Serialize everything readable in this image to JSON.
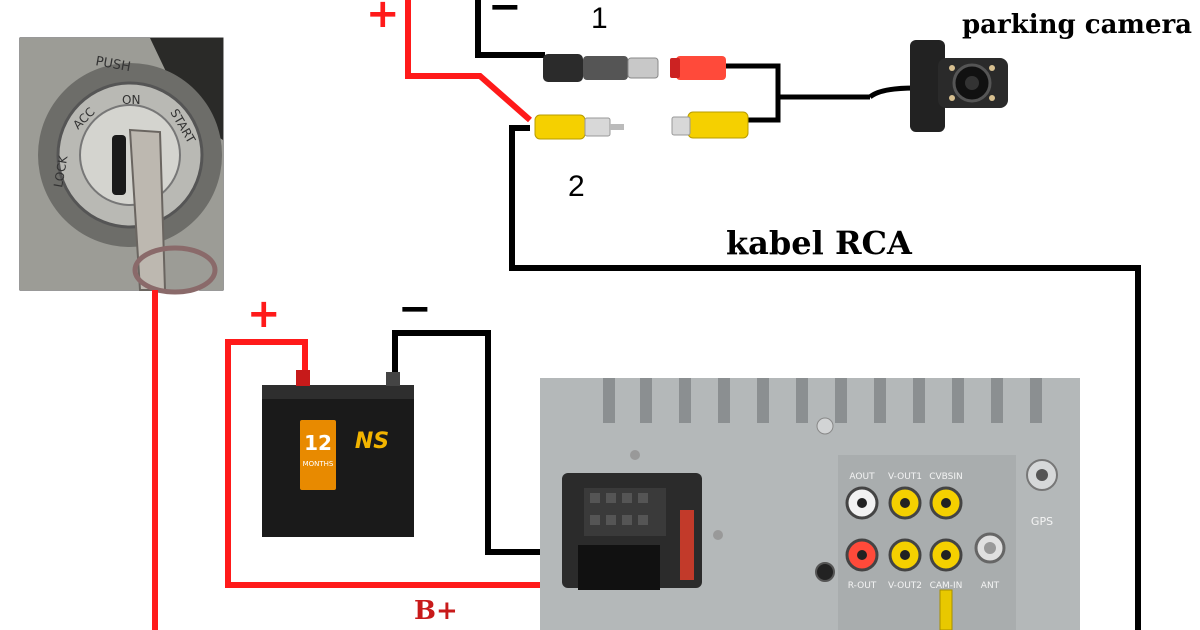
{
  "labels": {
    "camera_label": "parking camera",
    "cable_label": "kabel RCA",
    "connector_1": "1",
    "connector_2": "2",
    "power_label": "B+",
    "plus_top": "+",
    "minus_top": "−",
    "battery_plus": "+",
    "battery_minus": "−"
  },
  "ignition": {
    "push_text": "PUSH",
    "positions": [
      "LOCK",
      "ACC",
      "ON",
      "START"
    ]
  },
  "battery": {
    "brand": "NS",
    "badge_number": "12",
    "badge_sub": "MONTHS"
  },
  "head_unit": {
    "rca_labels_top": [
      "AOUT",
      "V-OUT1",
      "CVBSIN"
    ],
    "rca_labels_bottom": [
      "R-OUT",
      "V-OUT2",
      "CAM-IN"
    ],
    "antenna_label": "ANT",
    "gps_label": "GPS"
  },
  "colors": {
    "positive_wire": "#ff1a1a",
    "ground_wire": "#000000",
    "rca_yellow": "#f5d000",
    "rca_red": "#ff4a3a"
  }
}
